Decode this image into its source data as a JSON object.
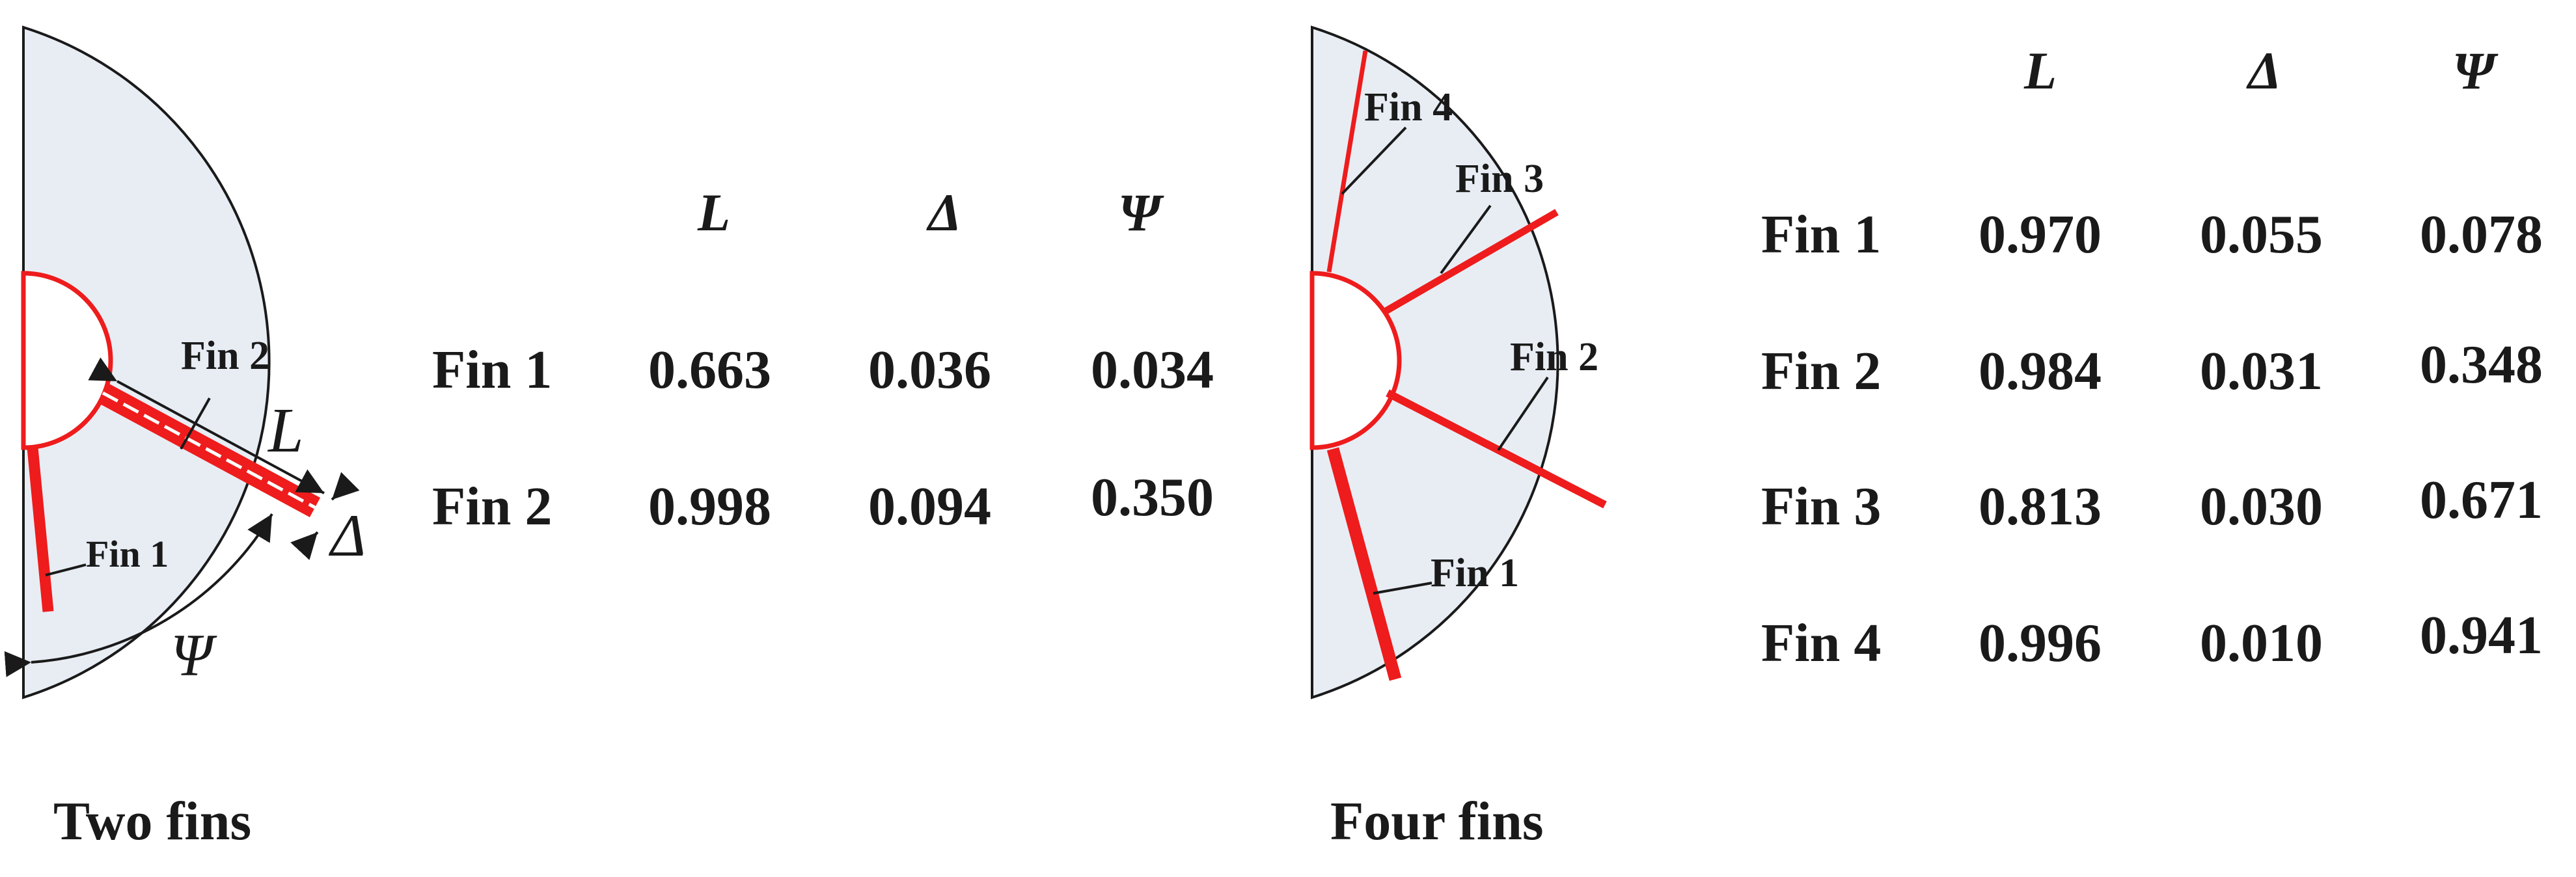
{
  "colors": {
    "domain_fill": "#e8edf4",
    "outline": "#1a1a1a",
    "fin": "#ee1c1c",
    "text": "#1a1a1a"
  },
  "two_fins": {
    "caption": "Two fins",
    "diagram_labels": {
      "fin1": "Fin 1",
      "fin2": "Fin 2",
      "length": "L",
      "thickness": "Δ",
      "angle": "Ψ"
    },
    "table": {
      "headers": [
        "L",
        "Δ",
        "Ψ"
      ],
      "rows": [
        {
          "label": "Fin 1",
          "values": [
            "0.663",
            "0.036",
            "0.034"
          ]
        },
        {
          "label": "Fin 2",
          "values": [
            "0.998",
            "0.094",
            "0.350"
          ]
        }
      ]
    }
  },
  "four_fins": {
    "caption": "Four fins",
    "diagram_labels": {
      "fin1": "Fin 1",
      "fin2": "Fin 2",
      "fin3": "Fin 3",
      "fin4": "Fin 4"
    },
    "table": {
      "headers": [
        "L",
        "Δ",
        "Ψ"
      ],
      "rows": [
        {
          "label": "Fin 1",
          "values": [
            "0.970",
            "0.055",
            "0.078"
          ]
        },
        {
          "label": "Fin 2",
          "values": [
            "0.984",
            "0.031",
            "0.348"
          ]
        },
        {
          "label": "Fin 3",
          "values": [
            "0.813",
            "0.030",
            "0.671"
          ]
        },
        {
          "label": "Fin 4",
          "values": [
            "0.996",
            "0.010",
            "0.941"
          ]
        }
      ]
    }
  }
}
